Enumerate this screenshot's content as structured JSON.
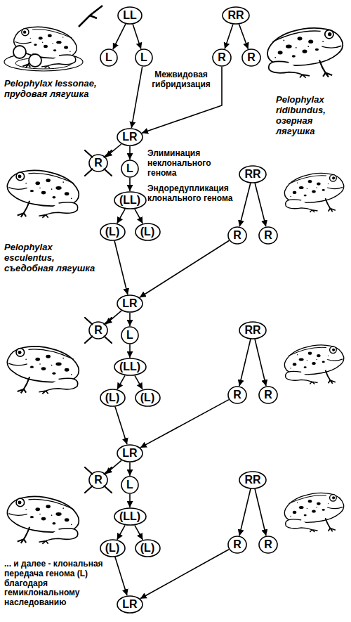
{
  "diagram": {
    "nodes": [
      {
        "text": [
          "LL"
        ]
      },
      {
        "text": [
          "RR"
        ]
      },
      {
        "text": [
          "L"
        ]
      },
      {
        "text": [
          "L"
        ]
      },
      {
        "text": [
          "R"
        ]
      },
      {
        "text": [
          "R"
        ]
      },
      {
        "text": [
          "LR"
        ]
      },
      {
        "text": [
          "R"
        ]
      },
      {
        "text": [
          "L"
        ]
      },
      {
        "text": [
          "RR"
        ]
      },
      {
        "text": [
          "(LL)"
        ]
      },
      {
        "text": [
          "(L)"
        ]
      },
      {
        "text": [
          "(L)"
        ]
      },
      {
        "text": [
          "R"
        ]
      },
      {
        "text": [
          "R"
        ]
      },
      {
        "text": [
          "LR"
        ]
      },
      {
        "text": [
          "R"
        ]
      },
      {
        "text": [
          "L"
        ]
      },
      {
        "text": [
          "RR"
        ]
      },
      {
        "text": [
          "(LL)"
        ]
      },
      {
        "text": [
          "(L)"
        ]
      },
      {
        "text": [
          "(L)"
        ]
      },
      {
        "text": [
          "R"
        ]
      },
      {
        "text": [
          "R"
        ]
      },
      {
        "text": [
          "LR"
        ]
      },
      {
        "text": [
          "R"
        ]
      },
      {
        "text": [
          "L"
        ]
      },
      {
        "text": [
          "RR"
        ]
      },
      {
        "text": [
          "(LL)"
        ]
      },
      {
        "text": [
          "(L)"
        ]
      },
      {
        "text": [
          "(L)"
        ]
      },
      {
        "text": [
          "R"
        ]
      },
      {
        "text": [
          "R"
        ]
      },
      {
        "text": [
          "LR"
        ]
      }
    ],
    "edges": [
      {
        "from": 0,
        "to": 2,
        "arrow": "to"
      },
      {
        "from": 0,
        "to": 3,
        "arrow": "to"
      },
      {
        "from": 1,
        "to": 4,
        "arrow": "to"
      },
      {
        "from": 1,
        "to": 5,
        "arrow": "to"
      },
      {
        "from": 3,
        "to": 6,
        "arrow": "to"
      },
      {
        "from": 4,
        "to": 6,
        "arrow": "to"
      },
      {
        "from": 6,
        "to": 7,
        "arrow": "to"
      },
      {
        "from": 6,
        "to": 8,
        "arrow": "to"
      },
      {
        "from": 8,
        "to": 10,
        "arrow": "to"
      },
      {
        "from": 10,
        "to": 11,
        "arrow": "to"
      },
      {
        "from": 10,
        "to": 12,
        "arrow": "to"
      },
      {
        "from": 9,
        "to": 13,
        "arrow": "to"
      },
      {
        "from": 9,
        "to": 14,
        "arrow": "to"
      },
      {
        "from": 11,
        "to": 15,
        "arrow": "to"
      },
      {
        "from": 13,
        "to": 15,
        "arrow": "to"
      },
      {
        "from": 15,
        "to": 16,
        "arrow": "to"
      },
      {
        "from": 15,
        "to": 17,
        "arrow": "to"
      },
      {
        "from": 17,
        "to": 19,
        "arrow": "to"
      },
      {
        "from": 19,
        "to": 20,
        "arrow": "to"
      },
      {
        "from": 19,
        "to": 21,
        "arrow": "to"
      },
      {
        "from": 18,
        "to": 22,
        "arrow": "to"
      },
      {
        "from": 18,
        "to": 23,
        "arrow": "to"
      },
      {
        "from": 20,
        "to": 24,
        "arrow": "to"
      },
      {
        "from": 22,
        "to": 24,
        "arrow": "to"
      },
      {
        "from": 24,
        "to": 25,
        "arrow": "to"
      },
      {
        "from": 24,
        "to": 26,
        "arrow": "to"
      },
      {
        "from": 26,
        "to": 28,
        "arrow": "to"
      },
      {
        "from": 28,
        "to": 29,
        "arrow": "to"
      },
      {
        "from": 28,
        "to": 30,
        "arrow": "to"
      },
      {
        "from": 27,
        "to": 31,
        "arrow": "to"
      },
      {
        "from": 27,
        "to": 32,
        "arrow": "to"
      },
      {
        "from": 29,
        "to": 33,
        "arrow": "to"
      },
      {
        "from": 31,
        "to": 33,
        "arrow": "to"
      }
    ],
    "labels": [
      "Pelophylax lessonae, прудовая лягушка",
      "Межвидовая гибридизация",
      "Pelophylax ridibundus, озерная лягушка",
      "Элиминация неклонального генома",
      "Эндоредупликация клонального генома",
      "Pelophylax esculentus, съедобная лягушка",
      "... и далее - клональная передача генома (L) благодаря гемиклональному наследованию"
    ]
  }
}
